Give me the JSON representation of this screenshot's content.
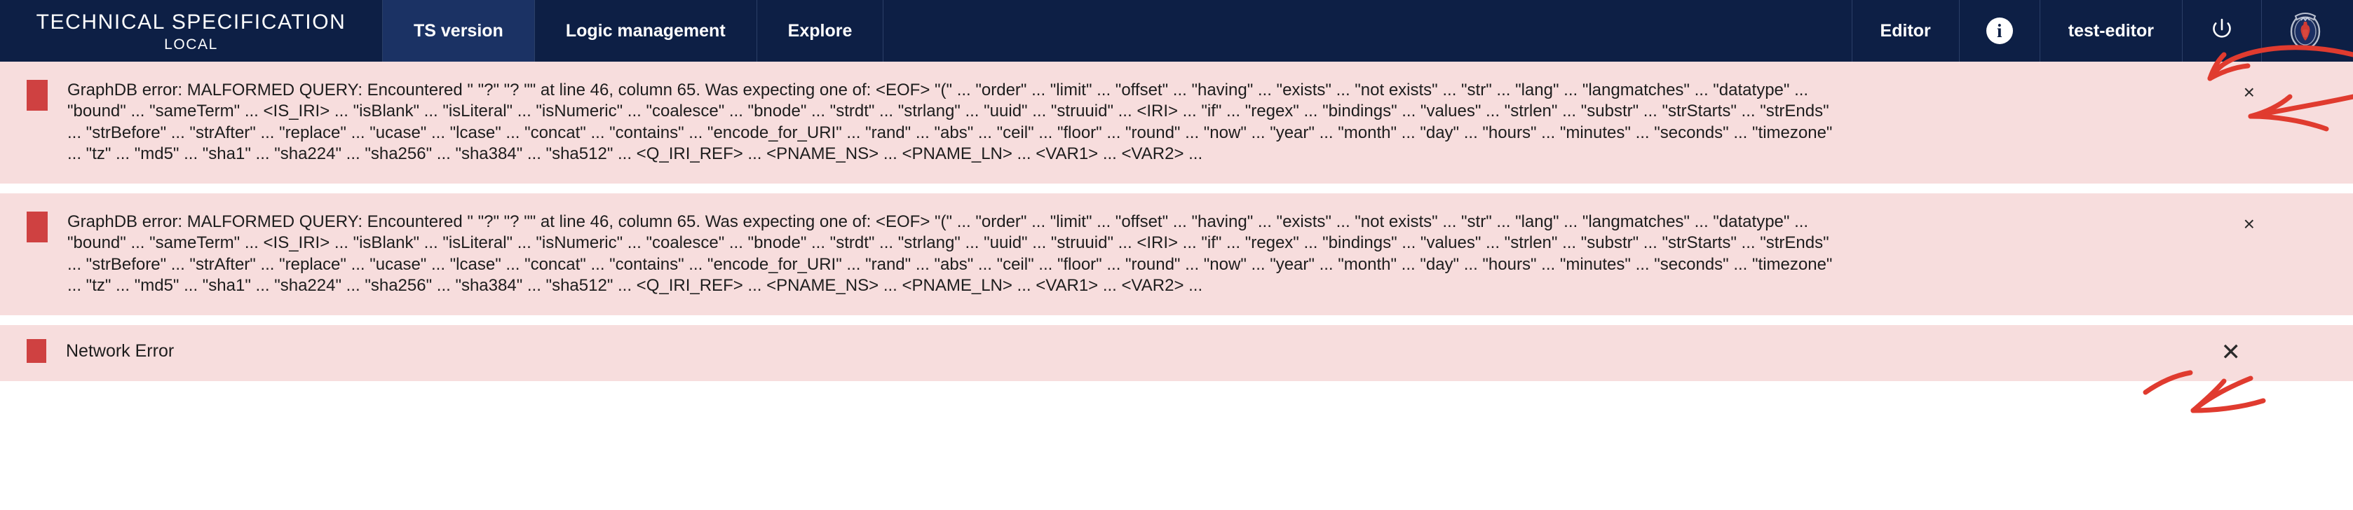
{
  "header": {
    "brand_line1": "TECHNICAL SPECIFICATION",
    "brand_line2": "LOCAL",
    "nav_left": [
      {
        "label": "TS version",
        "active": true
      },
      {
        "label": "Logic management",
        "active": false
      },
      {
        "label": "Explore",
        "active": false
      }
    ],
    "nav_right": [
      {
        "label": "Editor",
        "name": "nav-editor"
      },
      {
        "label": "test-editor",
        "name": "nav-user-test-editor"
      }
    ],
    "info_icon_glyph": "i",
    "info_icon_name": "info-icon",
    "power_icon_name": "power-icon",
    "logo_name": "scania-griffin-logo",
    "colors": {
      "header_bg": "#0d1f45",
      "active_tab_bg": "#1b3264",
      "text": "#ffffff"
    }
  },
  "alerts": [
    {
      "name": "alert-graphdb-malformed-query-1",
      "severity": "error",
      "close_label": "×",
      "lines": [
        "GraphDB error: MALFORMED QUERY: Encountered \" \"?\" \"? \"\" at line 46, column 65. Was expecting one of: <EOF> \"(\" ... \"order\" ... \"limit\" ... \"offset\" ... \"having\" ... \"exists\" ... \"not exists\" ... \"str\" ... \"lang\" ... \"langmatches\" ... \"datatype\" ...",
        "\"bound\" ... \"sameTerm\" ... <IS_IRI> ... \"isBlank\" ... \"isLiteral\" ... \"isNumeric\" ... \"coalesce\" ... \"bnode\" ... \"strdt\" ... \"strlang\" ... \"uuid\" ... \"struuid\" ... <IRI> ... \"if\" ... \"regex\" ... \"bindings\" ... \"values\" ... \"strlen\" ... \"substr\" ... \"strStarts\" ... \"strEnds\"",
        "... \"strBefore\" ... \"strAfter\" ... \"replace\" ... \"ucase\" ... \"lcase\" ... \"concat\" ... \"contains\" ... \"encode_for_URI\" ... \"rand\" ... \"abs\" ... \"ceil\" ... \"floor\" ... \"round\" ... \"now\" ... \"year\" ... \"month\" ... \"day\" ... \"hours\" ... \"minutes\" ... \"seconds\" ... \"timezone\"",
        "... \"tz\" ... \"md5\" ... \"sha1\" ... \"sha224\" ... \"sha256\" ... \"sha384\" ... \"sha512\" ... <Q_IRI_REF> ... <PNAME_NS> ... <PNAME_LN> ... <VAR1> ... <VAR2> ..."
      ]
    },
    {
      "name": "alert-graphdb-malformed-query-2",
      "severity": "error",
      "close_label": "×",
      "lines": [
        "GraphDB error: MALFORMED QUERY: Encountered \" \"?\" \"? \"\" at line 46, column 65. Was expecting one of: <EOF> \"(\" ... \"order\" ... \"limit\" ... \"offset\" ... \"having\" ... \"exists\" ... \"not exists\" ... \"str\" ... \"lang\" ... \"langmatches\" ... \"datatype\" ...",
        "\"bound\" ... \"sameTerm\" ... <IS_IRI> ... \"isBlank\" ... \"isLiteral\" ... \"isNumeric\" ... \"coalesce\" ... \"bnode\" ... \"strdt\" ... \"strlang\" ... \"uuid\" ... \"struuid\" ... <IRI> ... \"if\" ... \"regex\" ... \"bindings\" ... \"values\" ... \"strlen\" ... \"substr\" ... \"strStarts\" ... \"strEnds\"",
        "... \"strBefore\" ... \"strAfter\" ... \"replace\" ... \"ucase\" ... \"lcase\" ... \"concat\" ... \"contains\" ... \"encode_for_URI\" ... \"rand\" ... \"abs\" ... \"ceil\" ... \"floor\" ... \"round\" ... \"now\" ... \"year\" ... \"month\" ... \"day\" ... \"hours\" ... \"minutes\" ... \"seconds\" ... \"timezone\"",
        "... \"tz\" ... \"md5\" ... \"sha1\" ... \"sha224\" ... \"sha256\" ... \"sha384\" ... \"sha512\" ... <Q_IRI_REF> ... <PNAME_NS> ... <PNAME_LN> ... <VAR1> ... <VAR2> ..."
      ]
    },
    {
      "name": "alert-network-error",
      "severity": "error",
      "close_label": "✕",
      "lines": [
        "Network Error"
      ]
    }
  ],
  "colors": {
    "alert_bg": "#f7dddd",
    "alert_mark": "#cf4141",
    "alert_text": "#1d1d1d",
    "annotation_red": "#e03b2f",
    "page_bg": "#ffffff"
  },
  "annotations": {
    "name": "hand-drawn-red-arrows",
    "count": 3,
    "description": "red marker arrows pointing at the three alert close buttons"
  }
}
